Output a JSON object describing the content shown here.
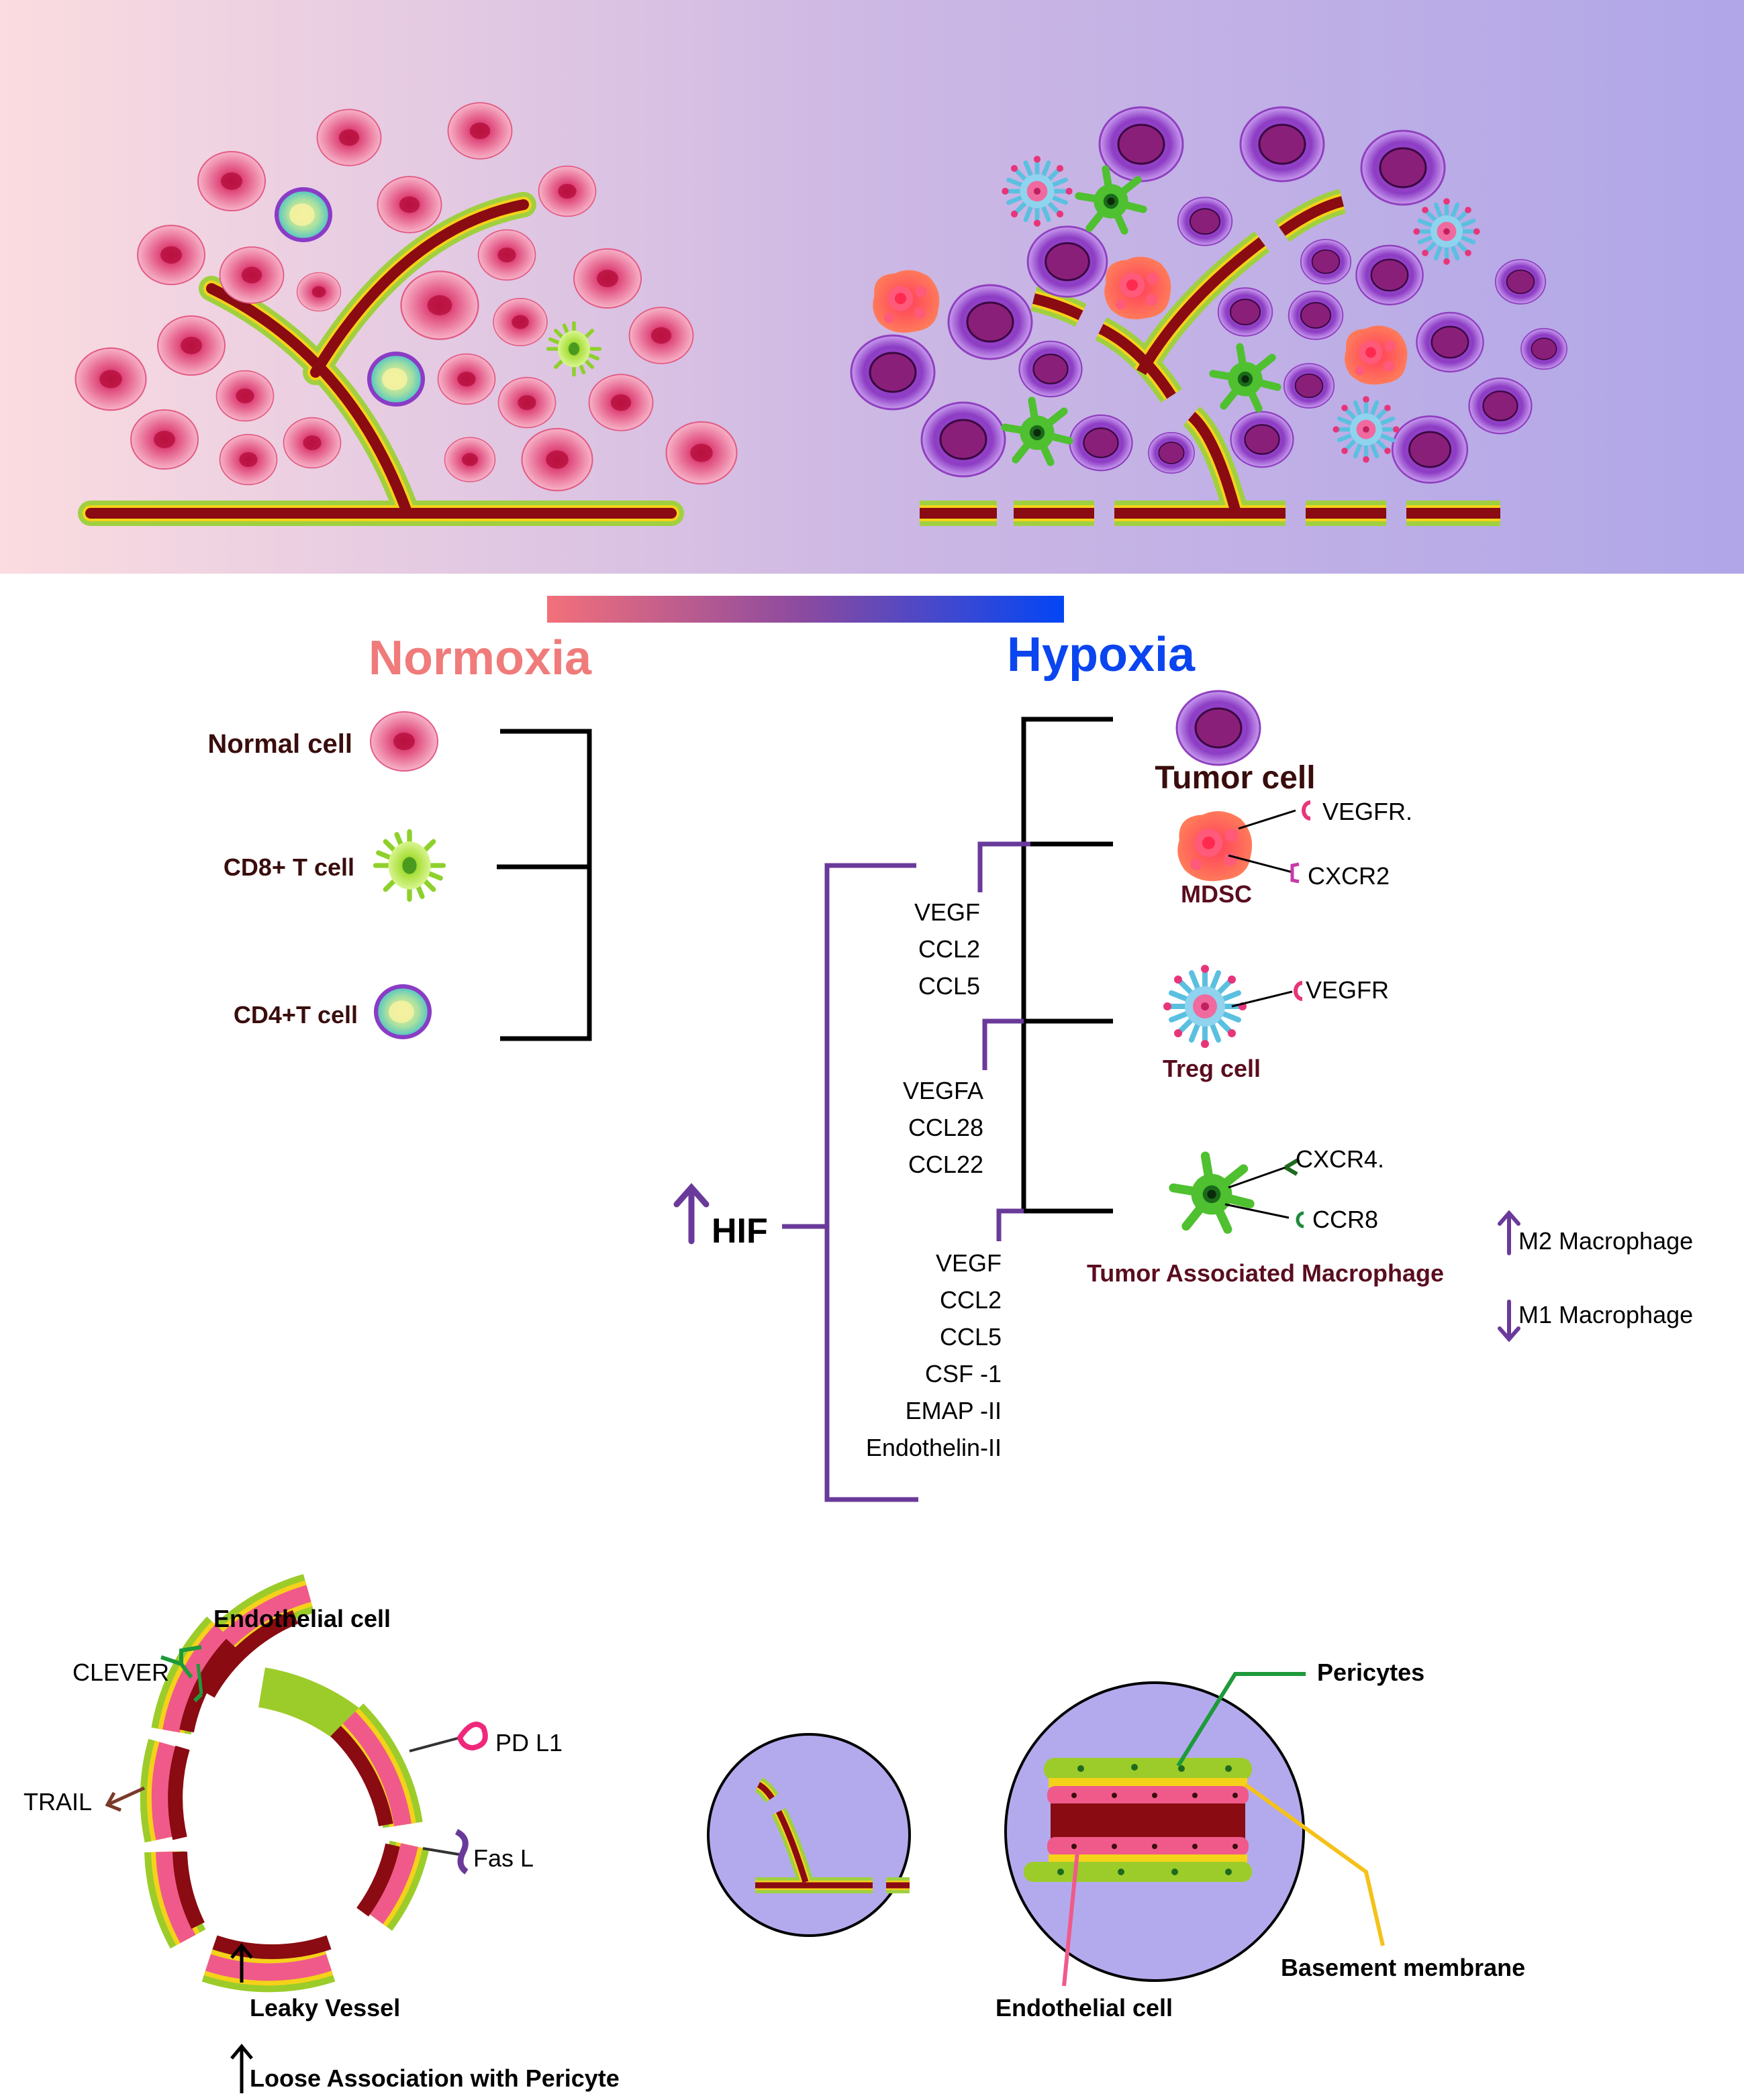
{
  "states": {
    "normoxia": "Normoxia",
    "hypoxia": "Hypoxia"
  },
  "colors": {
    "normoxia": "#f07b7b",
    "hypoxia": "#0b45f0",
    "hif_purple": "#6a3a9a",
    "vessel_dark": "#8a0b12",
    "vessel_yellow": "#f5d21a",
    "pericyte_green": "#9ccc2a",
    "endothelial_pink": "#f05a8a"
  },
  "legend": {
    "normal_cell": "Normal cell",
    "cd8_t_cell": "CD8+ T cell",
    "cd4_t_cell": "CD4+T cell"
  },
  "hif": {
    "label": "HIF"
  },
  "factor_groups": [
    {
      "items": [
        "VEGF",
        "CCL2",
        "CCL5"
      ]
    },
    {
      "items": [
        "VEGFA",
        "CCL28",
        "CCL22"
      ]
    },
    {
      "items": [
        "VEGF",
        "CCL2",
        "CCL5",
        "CSF -1",
        "EMAP -II",
        "Endothelin-II"
      ]
    }
  ],
  "hypoxia_cells": {
    "tumor_cell": "Tumor cell",
    "mdsc": {
      "name": "MDSC",
      "receptors": [
        "VEGFR.",
        "CXCR2"
      ]
    },
    "treg": {
      "name": "Treg cell",
      "receptors": [
        "VEGFR"
      ]
    },
    "tam": {
      "name": "Tumor Associated Macrophage",
      "receptors": [
        "CXCR4.",
        "CCR8"
      ]
    }
  },
  "macrophage": {
    "m2": "M2 Macrophage",
    "m1": "M1 Macrophage"
  },
  "vessel_ring": {
    "title": "Endothelial cell",
    "clever": "CLEVER",
    "pdl1": "PD L1",
    "trail": "TRAIL",
    "fasl": "Fas L",
    "leaky": "Leaky Vessel",
    "loose": "Loose Association with Pericyte"
  },
  "vessel_zoom": {
    "pericytes": "Pericytes",
    "basement": "Basement membrane",
    "endothelial": "Endothelial cell"
  }
}
